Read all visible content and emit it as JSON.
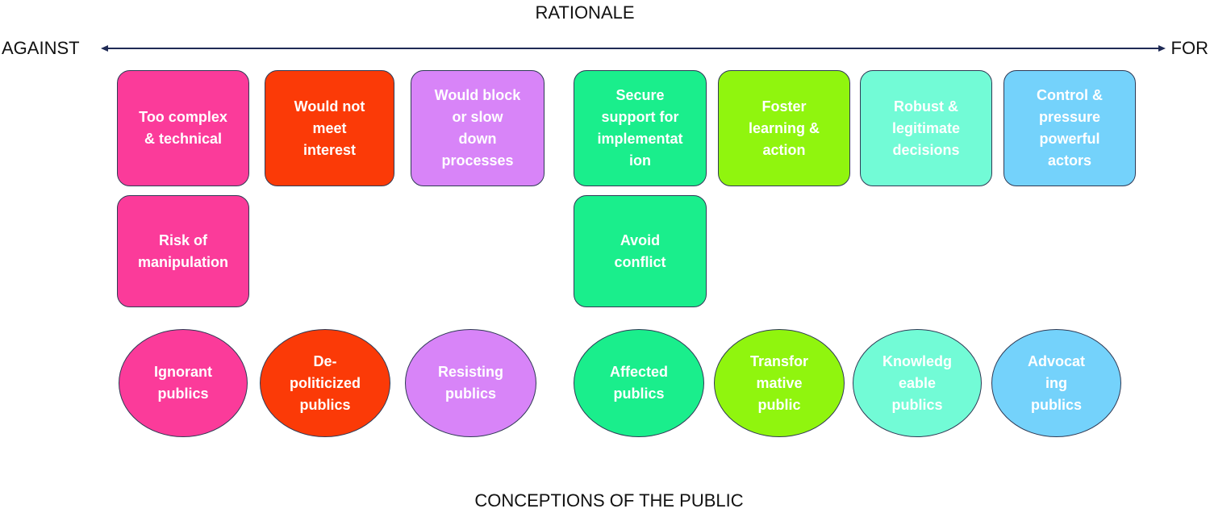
{
  "axis": {
    "top_title": "RATIONALE",
    "bottom_title": "CONCEPTIONS OF THE PUBLIC",
    "left_label": "AGAINST",
    "right_label": "FOR"
  },
  "colors": {
    "magenta": "#fb3b9a",
    "red": "#fb3a07",
    "violet": "#d884f8",
    "green": "#1aee8c",
    "lime": "#90f50e",
    "aqua": "#72fbd6",
    "sky": "#74d2fb"
  },
  "rationales": [
    {
      "text": "Too complex\n& technical",
      "color": "magenta"
    },
    {
      "text": "Would not\nmeet\ninterest",
      "color": "red"
    },
    {
      "text": "Would block\nor slow\ndown\nprocesses",
      "color": "violet"
    },
    {
      "text": "Secure\nsupport for\nimplementat\nion",
      "color": "green"
    },
    {
      "text": "Foster\nlearning &\naction",
      "color": "lime"
    },
    {
      "text": "Robust &\nlegitimate\ndecisions",
      "color": "aqua"
    },
    {
      "text": "Control &\npressure\npowerful\nactors",
      "color": "sky"
    },
    {
      "text": "Risk of\nmanipulation",
      "color": "magenta"
    },
    {
      "text": "Avoid\nconflict",
      "color": "green"
    }
  ],
  "publics": [
    {
      "text": "Ignorant\npublics",
      "color": "magenta"
    },
    {
      "text": "De-\npoliticized\npublics",
      "color": "red"
    },
    {
      "text": "Resisting\npublics",
      "color": "violet"
    },
    {
      "text": "Affected\npublics",
      "color": "green"
    },
    {
      "text": "Transfor\nmative\npublic",
      "color": "lime"
    },
    {
      "text": "Knowledg\neable\npublics",
      "color": "aqua"
    },
    {
      "text": "Advocat\ning\npublics",
      "color": "sky"
    }
  ]
}
